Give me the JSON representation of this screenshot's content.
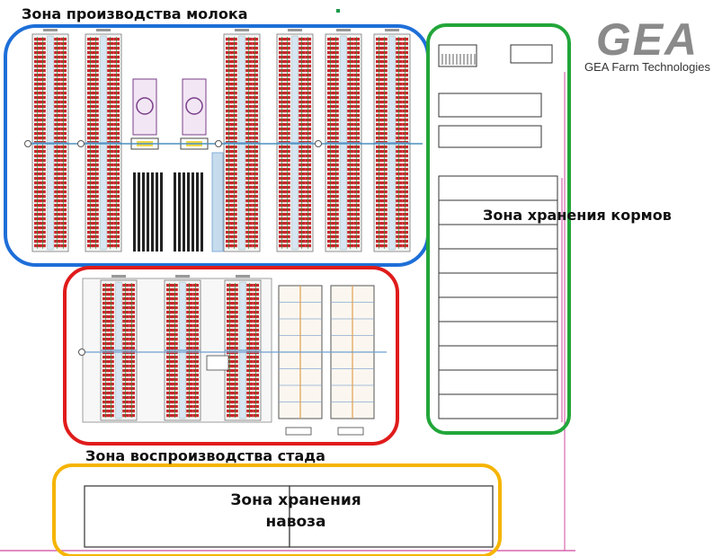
{
  "zones": {
    "milk": "Зона производства молока",
    "feed": "Зона хранения кормов",
    "herd": "Зона воспроизводства стада",
    "manure": "Зона хранения навоза"
  },
  "logo": {
    "mark": "GEA",
    "subtitle": "GEA Farm Technologies"
  },
  "colors": {
    "milk_zone": "#1e6fd8",
    "feed_zone": "#22a63a",
    "herd_zone": "#e01b1b",
    "manure_zone": "#f5b400",
    "stall_red": "#c8262b",
    "stall_green": "#3a8f3a",
    "lines": "#9a9a9a",
    "logo": "#8a8a8a"
  }
}
